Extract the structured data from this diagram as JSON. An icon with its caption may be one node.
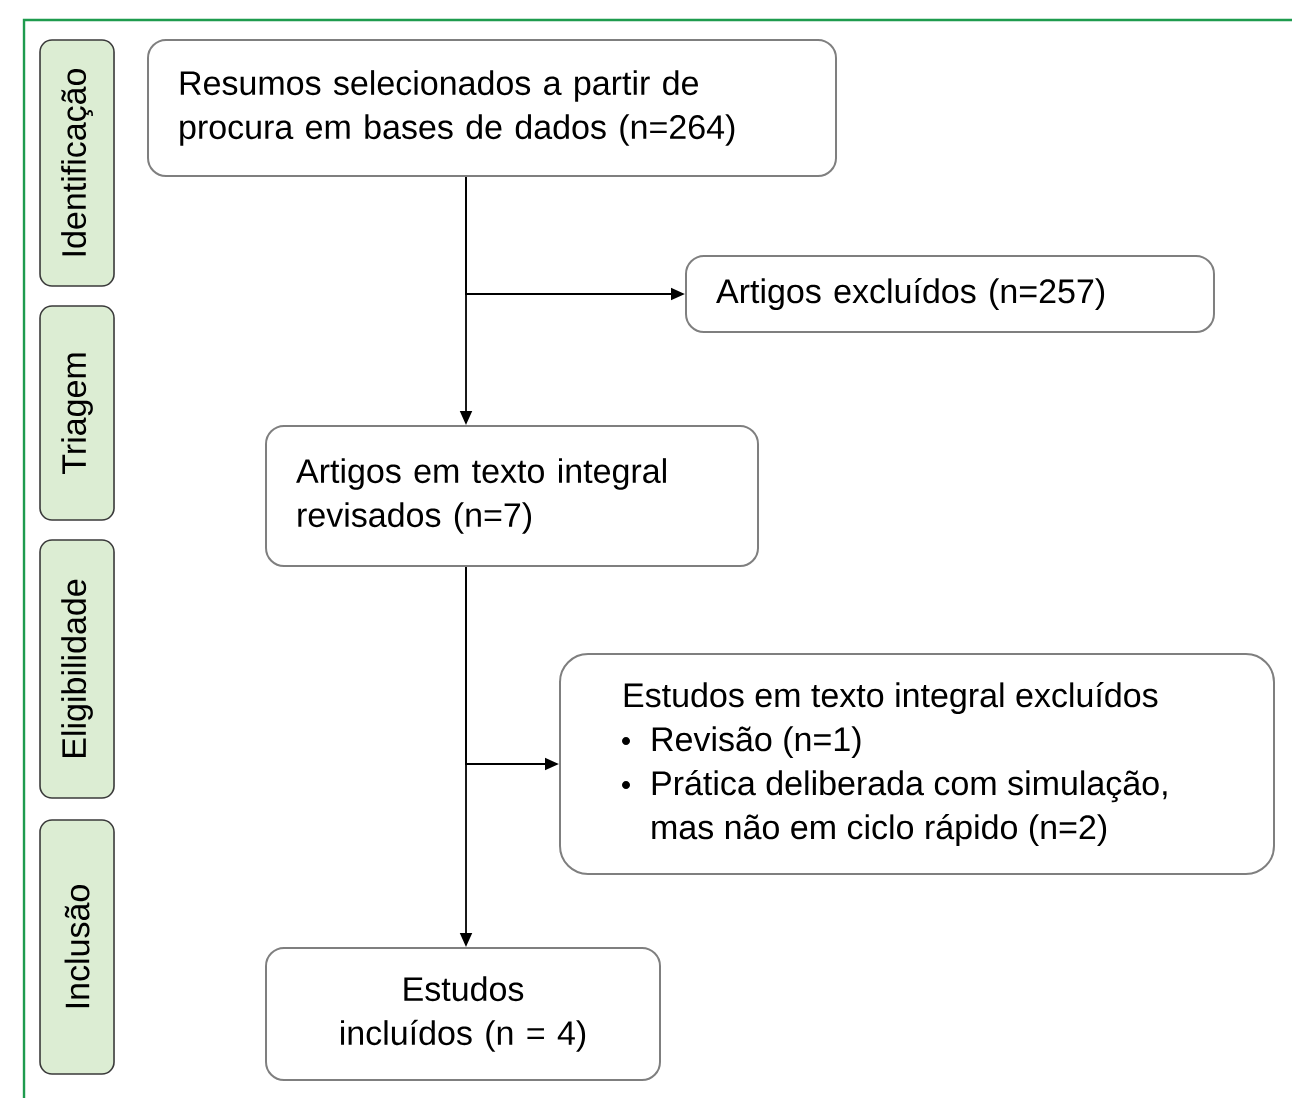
{
  "diagram": {
    "nodes": [
      {
        "text": [
          "Identificação"
        ]
      },
      {
        "text": [
          "Triagem"
        ]
      },
      {
        "text": [
          "Eligibilidade"
        ]
      },
      {
        "text": [
          "Inclusão"
        ]
      },
      {
        "text": [
          "Resumos selecionados a partir de procura em bases de dados (n=264)"
        ]
      },
      {
        "text": [
          "Artigos excluídos (n=257)"
        ]
      },
      {
        "text": [
          "Artigos em texto integral revisados (n=7)"
        ]
      },
      {
        "text": [
          "Estudos em texto integral excluídos",
          "Revisão (n=1)",
          "Prática deliberada com simulação, mas não em ciclo rápido (n=2)"
        ]
      },
      {
        "text": [
          "Estudos incluídos (n = 4)"
        ]
      }
    ],
    "edges": [
      {
        "from": 4,
        "to": 6,
        "arrow": "to"
      },
      {
        "from": 4,
        "to": 5,
        "arrow": "to"
      },
      {
        "from": 6,
        "to": 8,
        "arrow": "to"
      },
      {
        "from": 6,
        "to": 7,
        "arrow": "to"
      }
    ]
  }
}
